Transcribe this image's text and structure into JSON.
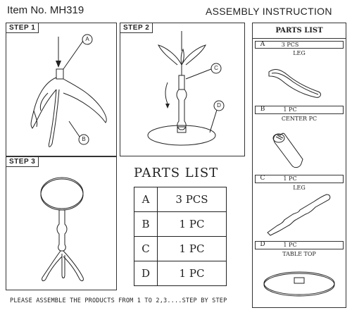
{
  "header": {
    "item_no": "Item No. MH319",
    "title": "ASSEMBLY INSTRUCTION"
  },
  "steps": [
    {
      "label": "STEP 1",
      "callouts": [
        "A",
        "B"
      ]
    },
    {
      "label": "STEP 2",
      "callouts": [
        "C",
        "D"
      ]
    },
    {
      "label": "STEP 3"
    }
  ],
  "parts_list_title": "PARTS  LIST",
  "parts": [
    {
      "letter": "A",
      "qty": "3 PCS",
      "name": "LEG"
    },
    {
      "letter": "B",
      "qty": "1 PC",
      "name": "CENTER PC"
    },
    {
      "letter": "C",
      "qty": "1 PC",
      "name": "LEG"
    },
    {
      "letter": "D",
      "qty": "1 PC",
      "name": "TABLE TOP"
    }
  ],
  "side_parts_title": "PARTS LIST",
  "footer": "PLEASE ASSEMBLE THE PRODUCTS FROM 1 TO 2,3....STEP BY STEP",
  "colors": {
    "ink": "#222222",
    "background": "#ffffff"
  }
}
